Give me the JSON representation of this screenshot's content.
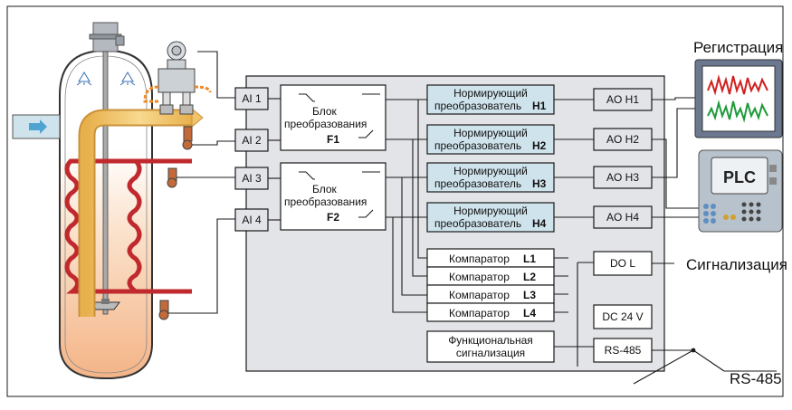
{
  "inputs": [
    "AI 1",
    "AI 2",
    "AI 3",
    "AI 4"
  ],
  "converters": [
    {
      "text": "Блок преобразования",
      "line1": "Блок",
      "line2": "преобразования",
      "id": "F1"
    },
    {
      "text": "Блок преобразования",
      "line1": "Блок",
      "line2": "преобразования",
      "id": "F2"
    }
  ],
  "normalizers": [
    {
      "line1": "Нормирующий",
      "line2": "преобразователь",
      "id": "H1"
    },
    {
      "line1": "Нормирующий",
      "line2": "преобразователь",
      "id": "H2"
    },
    {
      "line1": "Нормирующий",
      "line2": "преобразователь",
      "id": "H3"
    },
    {
      "line1": "Нормирующий",
      "line2": "преобразователь",
      "id": "H4"
    }
  ],
  "outputs": [
    "AO H1",
    "AO H2",
    "AO H3",
    "AO H4"
  ],
  "comparators": [
    {
      "label": "Компаратор",
      "id": "L1"
    },
    {
      "label": "Компаратор",
      "id": "L2"
    },
    {
      "label": "Компаратор",
      "id": "L3"
    },
    {
      "label": "Компаратор",
      "id": "L4"
    }
  ],
  "do_label": "DO L",
  "dc_label": "DC 24 V",
  "rs_label": "RS-485",
  "func_signal": {
    "line1": "Функциональная",
    "line2": "сигнализация"
  },
  "registration_title": "Регистрация",
  "plc_label": "PLC",
  "signal_title": "Сигнализация",
  "rs_bus_label": "RS-485",
  "colors": {
    "panel": "#e2e4e7",
    "normalizer": "#cfe3ec",
    "pipe": "#f2c46a",
    "heater": "#c0292e",
    "tank_fill": "#f6c39c"
  }
}
